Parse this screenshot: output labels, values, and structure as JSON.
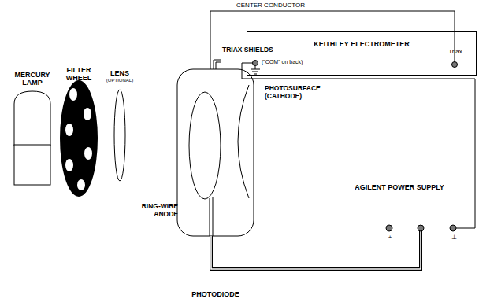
{
  "diagram": {
    "nodes": [
      {
        "text": [
          "MERCURY LAMP"
        ]
      },
      {
        "text": [
          "FILTER WHEEL"
        ]
      },
      {
        "text": [
          "LENS",
          "(OPTIONAL)"
        ]
      },
      {
        "text": [
          "PHOTODIODE"
        ]
      },
      {
        "text": [
          "KEITHLEY ELECTROMETER",
          "(\"COM\" on back)",
          "Triax"
        ]
      },
      {
        "text": [
          "AGILENT POWER SUPPLY",
          "+",
          "-",
          "⊥"
        ]
      }
    ],
    "edges": [
      {
        "from": 3,
        "to": 4,
        "arrow": "none",
        "label": "CENTER CONDUCTOR"
      },
      {
        "from": 4,
        "to": 5,
        "arrow": "none"
      },
      {
        "from": 3,
        "to": 5,
        "arrow": "none"
      }
    ],
    "labels": [
      "TRIAX SHIELDS",
      "RING-WIRE ANODE",
      "PHOTOSURFACE (CATHODE)"
    ]
  }
}
